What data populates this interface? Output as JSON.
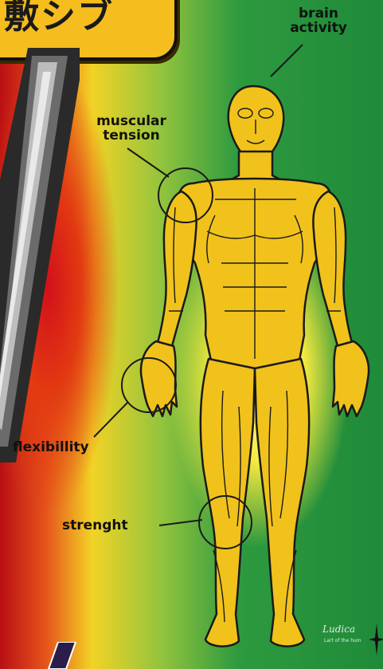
{
  "banner": {
    "text": "敷シブ"
  },
  "labels": {
    "brain": "brain\nactivity",
    "muscle": "muscular\ntension",
    "flexibility": "flexibillity",
    "strength": "strenght"
  },
  "logo": {
    "text": "Ludica",
    "subtext": "Lart of the hum"
  },
  "colors": {
    "red": "#c8101a",
    "yellow": "#f7ea3e",
    "green": "#1f8a39",
    "figure": "#f1c21b"
  }
}
